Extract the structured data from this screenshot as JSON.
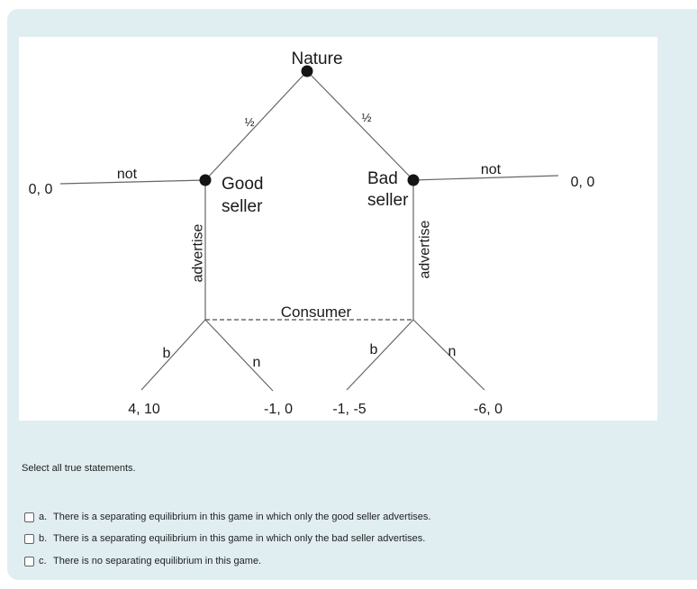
{
  "colors": {
    "card_bg": "#E1EEF1",
    "nature_green": "#22A24F",
    "good_blue": "#1C7CD0",
    "bad_red": "#DE2320",
    "consumer_navy": "#254F78"
  },
  "tree": {
    "nature": "Nature",
    "prob_left": "½",
    "prob_right": "½",
    "good_line1": "Good",
    "good_line2": "seller",
    "bad_line1": "Bad",
    "bad_line2": "seller",
    "not_left": "not",
    "not_right": "not",
    "advertise_left": "advertise",
    "advertise_right": "advertise",
    "consumer": "Consumer",
    "b_left": "b",
    "n_left": "n",
    "b_right": "b",
    "n_right": "n",
    "payoff_not_left": "0, 0",
    "payoff_not_right": "0, 0",
    "payoff_good_b": "4, 10",
    "payoff_good_n": "-1, 0",
    "payoff_bad_b": "-1, -5",
    "payoff_bad_n": "-6, 0"
  },
  "question": {
    "prompt": "Select all true statements.",
    "options": [
      {
        "letter": "a.",
        "text": "There is a separating equilibrium in this game in which only the good seller advertises."
      },
      {
        "letter": "b.",
        "text": "There is a separating equilibrium in this game in which only the bad seller advertises."
      },
      {
        "letter": "c.",
        "text": "There is no separating equilibrium in this game."
      }
    ]
  }
}
